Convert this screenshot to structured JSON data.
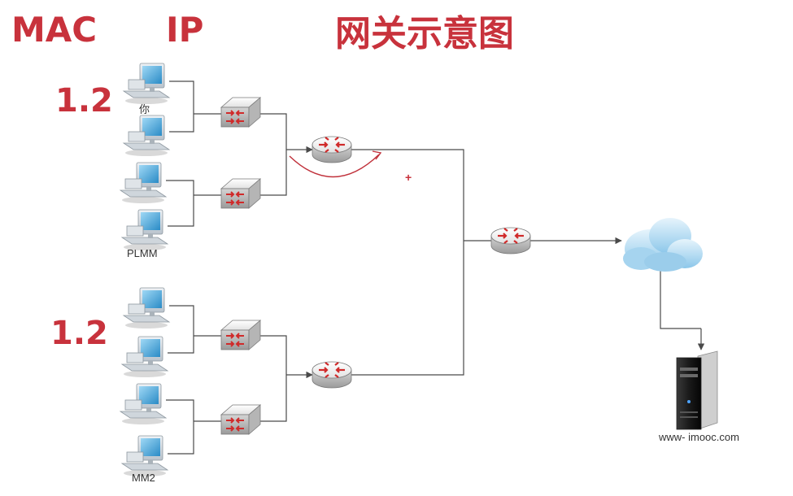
{
  "header": {
    "mac_label": "MAC",
    "ip_label": "IP",
    "title": "网关示意图"
  },
  "annotations": {
    "upper_ip": "1.2",
    "lower_ip": "1.2",
    "plus_mark": "+"
  },
  "nodes": {
    "host_top_label": "你",
    "host_plmm_label": "PLMM",
    "host_mm2_label": "MM2",
    "server_label": "www- imooc.com"
  },
  "colors": {
    "accent": "#c8323c",
    "line": "#4a4a4a",
    "arrow": "#c0303a"
  },
  "icons": {
    "host": "desktop-computer-icon",
    "switch": "switch-icon",
    "router": "router-icon",
    "cloud": "cloud-icon",
    "server": "server-icon"
  }
}
